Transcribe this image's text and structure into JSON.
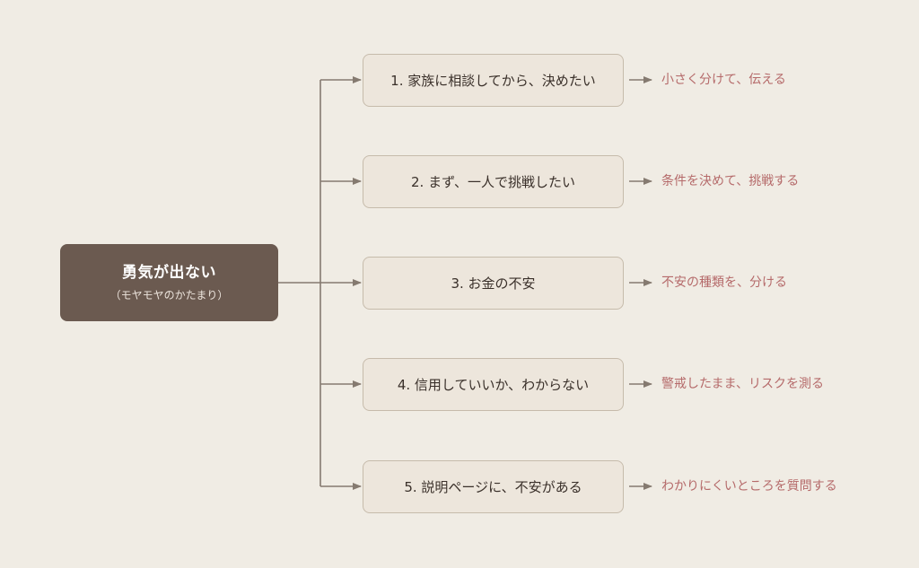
{
  "root": {
    "title": "勇気が出ない",
    "subtitle": "（モヤモヤのかたまり）"
  },
  "branches": [
    {
      "label": "1. 家族に相談してから、決めたい",
      "action": "小さく分けて、伝える"
    },
    {
      "label": "2. まず、一人で挑戦したい",
      "action": "条件を決めて、挑戦する"
    },
    {
      "label": "3. お金の不安",
      "action": "不安の種類を、分ける"
    },
    {
      "label": "4. 信用していいか、わからない",
      "action": "警戒したまま、リスクを測る"
    },
    {
      "label": "5. 説明ページに、不安がある",
      "action": "わかりにくいところを質問する"
    }
  ],
  "colors": {
    "background": "#f0ece4",
    "root_fill": "#6b5a50",
    "box_fill": "#ede6dc",
    "box_border": "#c6bbab",
    "connector": "#857a70",
    "action_text": "#b56a6a"
  }
}
